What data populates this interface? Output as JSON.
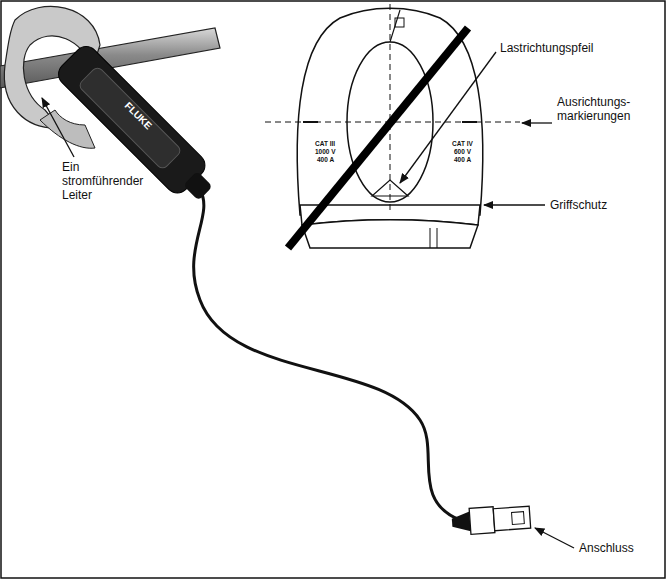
{
  "diagram": {
    "labels": [
      "Ein stromführender Leiter",
      "Lastrichtungspfeil",
      "Ausrichtungs- markierungen",
      "Griffschutz",
      "Anschluss",
      "CAT III",
      "1000 V",
      "400 A",
      "CAT IV",
      "600 V",
      "400 A",
      "FLUKE"
    ]
  }
}
